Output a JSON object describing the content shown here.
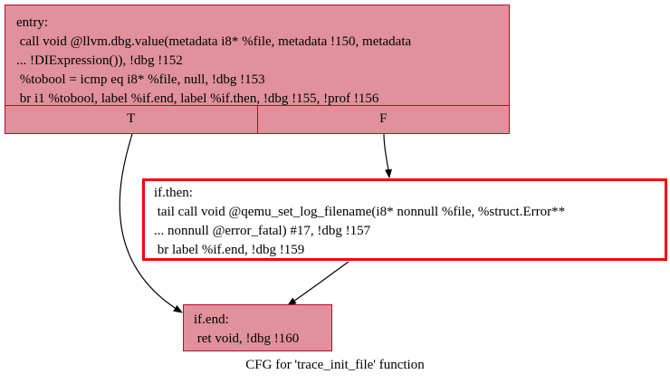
{
  "nodes": {
    "entry": {
      "lines": [
        "entry:",
        " call void @llvm.dbg.value(metadata i8* %file, metadata !150, metadata",
        "... !DIExpression()), !dbg !152",
        " %tobool = icmp eq i8* %file, null, !dbg !153",
        " br i1 %tobool, label %if.end, label %if.then, !dbg !155, !prof !156"
      ],
      "ports": [
        "T",
        "F"
      ],
      "fill": "#e0919b",
      "border": "#b70d28"
    },
    "if_then": {
      "lines": [
        "if.then:",
        " tail call void @qemu_set_log_filename(i8* nonnull %file, %struct.Error**",
        "... nonnull @error_fatal) #17, !dbg !157",
        " br label %if.end, !dbg !159"
      ],
      "fill": "#ffffff",
      "border": "#ff0000"
    },
    "if_end": {
      "lines": [
        "if.end:",
        " ret void, !dbg !160"
      ],
      "fill": "#e0919b",
      "border": "#b70d28"
    }
  },
  "edges": [
    {
      "from": "entry.T",
      "to": "if.end"
    },
    {
      "from": "entry.F",
      "to": "if.then"
    },
    {
      "from": "if.then",
      "to": "if.end"
    }
  ],
  "caption": "CFG for 'trace_init_file' function"
}
